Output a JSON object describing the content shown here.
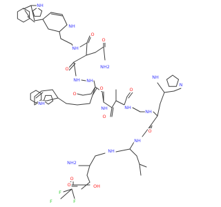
{
  "molecule": {
    "colors": {
      "carbon": "#3c3c3c",
      "nitrogen": "#3a3aff",
      "oxygen": "#ff2020",
      "fluorine": "#33cc33"
    },
    "atom_labels": [
      {
        "id": "nh-indole-top",
        "text": "NH",
        "element": "nitrogen"
      },
      {
        "id": "nh-pyridoindole",
        "text": "NH",
        "element": "nitrogen"
      },
      {
        "id": "o-amide-1",
        "text": "O",
        "element": "oxygen"
      },
      {
        "id": "nh-amide-1",
        "text": "NH",
        "element": "nitrogen"
      },
      {
        "id": "o-gln-side",
        "text": "O",
        "element": "oxygen"
      },
      {
        "id": "nh2-gln",
        "text": "NH2",
        "element": "nitrogen"
      },
      {
        "id": "o-amide-2",
        "text": "O",
        "element": "oxygen"
      },
      {
        "id": "nh-amide-2",
        "text": "NH",
        "element": "nitrogen"
      },
      {
        "id": "nh-amide-3",
        "text": "NH",
        "element": "nitrogen"
      },
      {
        "id": "o-amide-3",
        "text": "O",
        "element": "oxygen"
      },
      {
        "id": "nh-indole-trp",
        "text": "NH",
        "element": "nitrogen"
      },
      {
        "id": "o-amide-4",
        "text": "O",
        "element": "oxygen"
      },
      {
        "id": "nh-amide-4",
        "text": "NH",
        "element": "nitrogen"
      },
      {
        "id": "nh-amide-5",
        "text": "NH",
        "element": "nitrogen"
      },
      {
        "id": "o-amide-5",
        "text": "O",
        "element": "oxygen"
      },
      {
        "id": "o-amide-6",
        "text": "O",
        "element": "oxygen"
      },
      {
        "id": "nh-amide-6",
        "text": "NH",
        "element": "nitrogen"
      },
      {
        "id": "nh-imidazole",
        "text": "NH",
        "element": "nitrogen"
      },
      {
        "id": "n-imidazole",
        "text": "N",
        "element": "nitrogen"
      },
      {
        "id": "o-amide-7",
        "text": "O",
        "element": "oxygen"
      },
      {
        "id": "nh-amide-7",
        "text": "NH",
        "element": "nitrogen"
      },
      {
        "id": "nh-amine",
        "text": "NH",
        "element": "nitrogen"
      },
      {
        "id": "nh2-terminal",
        "text": "NH2",
        "element": "nitrogen"
      },
      {
        "id": "o-terminal",
        "text": "O",
        "element": "oxygen"
      },
      {
        "id": "o-tfa-carbonyl",
        "text": "O",
        "element": "oxygen"
      },
      {
        "id": "oh-tfa",
        "text": "OH",
        "element": "oxygen"
      },
      {
        "id": "f-1",
        "text": "F",
        "element": "fluorine"
      },
      {
        "id": "f-2",
        "text": "F",
        "element": "fluorine"
      },
      {
        "id": "f-3",
        "text": "F",
        "element": "fluorine"
      }
    ]
  }
}
